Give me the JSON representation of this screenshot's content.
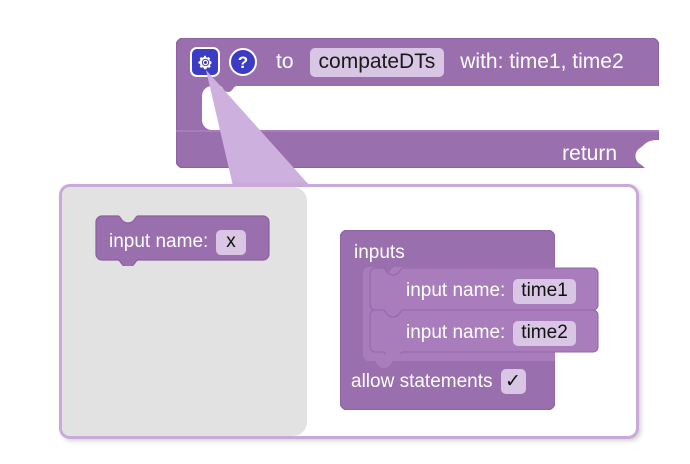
{
  "block_colors": {
    "procedure_fill": "#9a6fad",
    "procedure_fill_light": "#a97dbb",
    "procedure_stroke": "#8a5f9d",
    "mutator_container_fill": "#9a6fad",
    "mutator_inner_fill": "#a97dbb",
    "field_bg": "#d8c6e4",
    "bubble_border": "#c9a8da",
    "flyout_bg": "#e2e2e2",
    "icon_blue": "#3b3bc4",
    "callout_fill": "#cdb0dd",
    "text_on_block": "#ffffff",
    "text_in_field": "#111111"
  },
  "procedure_block": {
    "gear_icon": "gear-icon",
    "help_icon": "help-icon",
    "help_glyph": "?",
    "to_label": "to",
    "name_value": "compateDTs",
    "with_label": "with: time1, time2",
    "return_label": "return"
  },
  "mutator_bubble": {
    "flyout": {
      "palette_block": {
        "label": "input name:",
        "value": "x"
      }
    },
    "workspace": {
      "container_block": {
        "title": "inputs",
        "inputs": [
          {
            "label": "input name:",
            "value": "time1"
          },
          {
            "label": "input name:",
            "value": "time2"
          }
        ],
        "allow_statements": {
          "label": "allow statements",
          "checked": true,
          "check_glyph": "✓"
        }
      }
    }
  }
}
